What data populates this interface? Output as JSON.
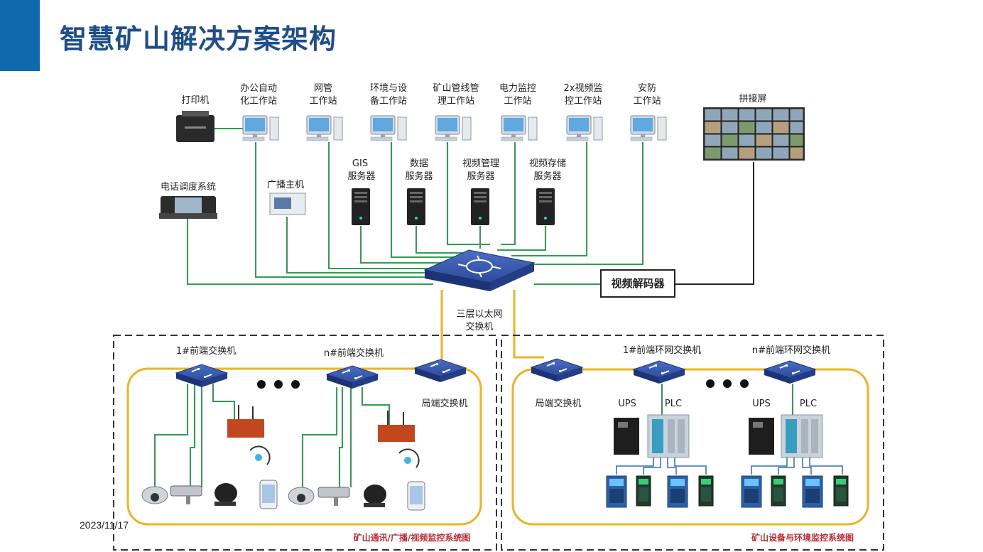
{
  "title": "智慧矿山解决方案架构",
  "date": "2023/11/17",
  "labels": {
    "printer": "打印机",
    "ws_office_1": "办公自动",
    "ws_office_2": "化工作站",
    "ws_net_1": "网管",
    "ws_net_2": "工作站",
    "ws_env_1": "环境与设",
    "ws_env_2": "备工作站",
    "ws_pipe_1": "矿山管线管",
    "ws_pipe_2": "理工作站",
    "ws_power_1": "电力监控",
    "ws_power_2": "工作站",
    "ws_video_1": "2x视频监",
    "ws_video_2": "控工作站",
    "ws_security_1": "安防",
    "ws_security_2": "工作站",
    "videowall": "拼接屏",
    "phone_system": "电话调度系统",
    "broadcast_host": "广播主机",
    "gis_1": "GIS",
    "gis_2": "服务器",
    "data_1": "数据",
    "data_2": "服务器",
    "vmgmt_1": "视频管理",
    "vmgmt_2": "服务器",
    "vstore_1": "视频存储",
    "vstore_2": "服务器",
    "decoder": "视频解码器",
    "core_switch_1": "三层以太网",
    "core_switch_2": "交换机",
    "sw1": "1#前端交换机",
    "swn": "n#前端交换机",
    "local_switch_left": "局端交换机",
    "local_switch_right": "局端交换机",
    "ring1": "1#前端环网交换机",
    "ringn": "n#前端环网交换机",
    "ups_1": "UPS",
    "plc_1": "PLC",
    "ups_2": "UPS",
    "plc_2": "PLC",
    "caption_left": "矿山通讯/广播/视频监控系统图",
    "caption_right": "矿山设备与环境监控系统图"
  },
  "colors": {
    "accent": "#0f6aad",
    "title": "#1f4e8c",
    "green_link": "#2e9e4f",
    "yellow_link": "#e9b524",
    "switch_blue": "#2d4b9b",
    "caption_red": "#c0282f"
  }
}
